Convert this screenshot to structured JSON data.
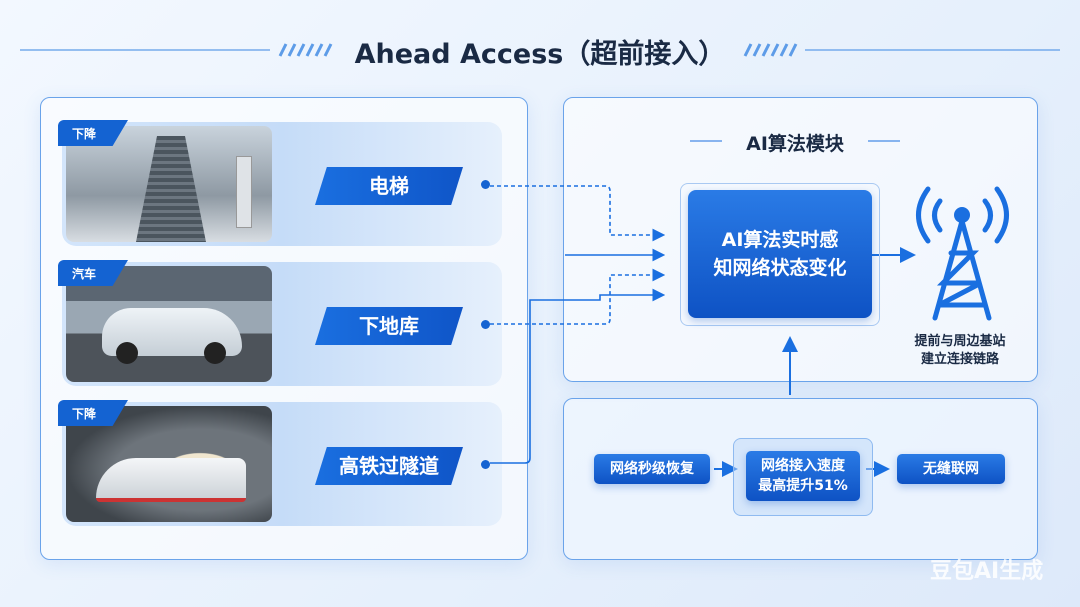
{
  "title": "Ahead Access（超前接入）",
  "scenarios": [
    {
      "tag": "下降",
      "label": "电梯",
      "photo": "escalator"
    },
    {
      "tag": "汽车",
      "label": "下地库",
      "photo": "car"
    },
    {
      "tag": "下降",
      "label": "高铁过隧道",
      "photo": "high-speed-train-tunnel"
    }
  ],
  "ai_module": {
    "heading": "AI算法模块",
    "box_line1": "AI算法实时感",
    "box_line2": "知网络状态变化"
  },
  "tower": {
    "line1": "提前与周边基站",
    "line2": "建立连接链路"
  },
  "flow": {
    "step1": "网络秒级恢复",
    "step2_line1": "网络接入速度",
    "step2_line2": "最高提升51%",
    "step3": "无缝联网"
  },
  "watermark": "豆包AI生成",
  "colors": {
    "accent": "#1463d2",
    "title": "#1a2a44"
  }
}
